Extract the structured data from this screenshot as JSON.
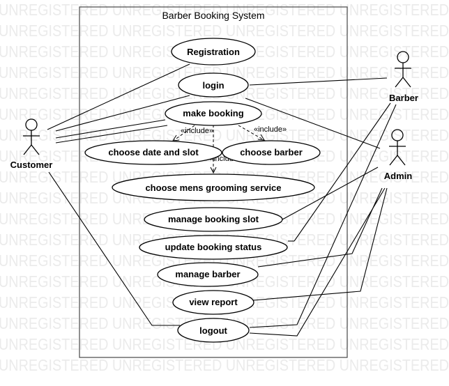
{
  "watermark": {
    "text": "UNREGISTERED UNREGISTERED UNREGISTERED UNREGISTERED"
  },
  "system": {
    "title": "Barber Booking System"
  },
  "actors": {
    "customer": "Customer",
    "barber": "Barber",
    "admin": "Admin"
  },
  "use_cases": {
    "registration": "Registration",
    "login": "login",
    "make_booking": "make booking",
    "choose_date_slot": "choose date and slot",
    "choose_barber": "choose barber",
    "choose_grooming": "choose mens grooming service",
    "manage_slot": "manage booking slot",
    "update_status": "update booking status",
    "manage_barber": "manage barber",
    "view_report": "view report",
    "logout": "logout"
  },
  "relations": {
    "include_1": "«include»",
    "include_2": "«include»",
    "include_3": "«include»"
  }
}
